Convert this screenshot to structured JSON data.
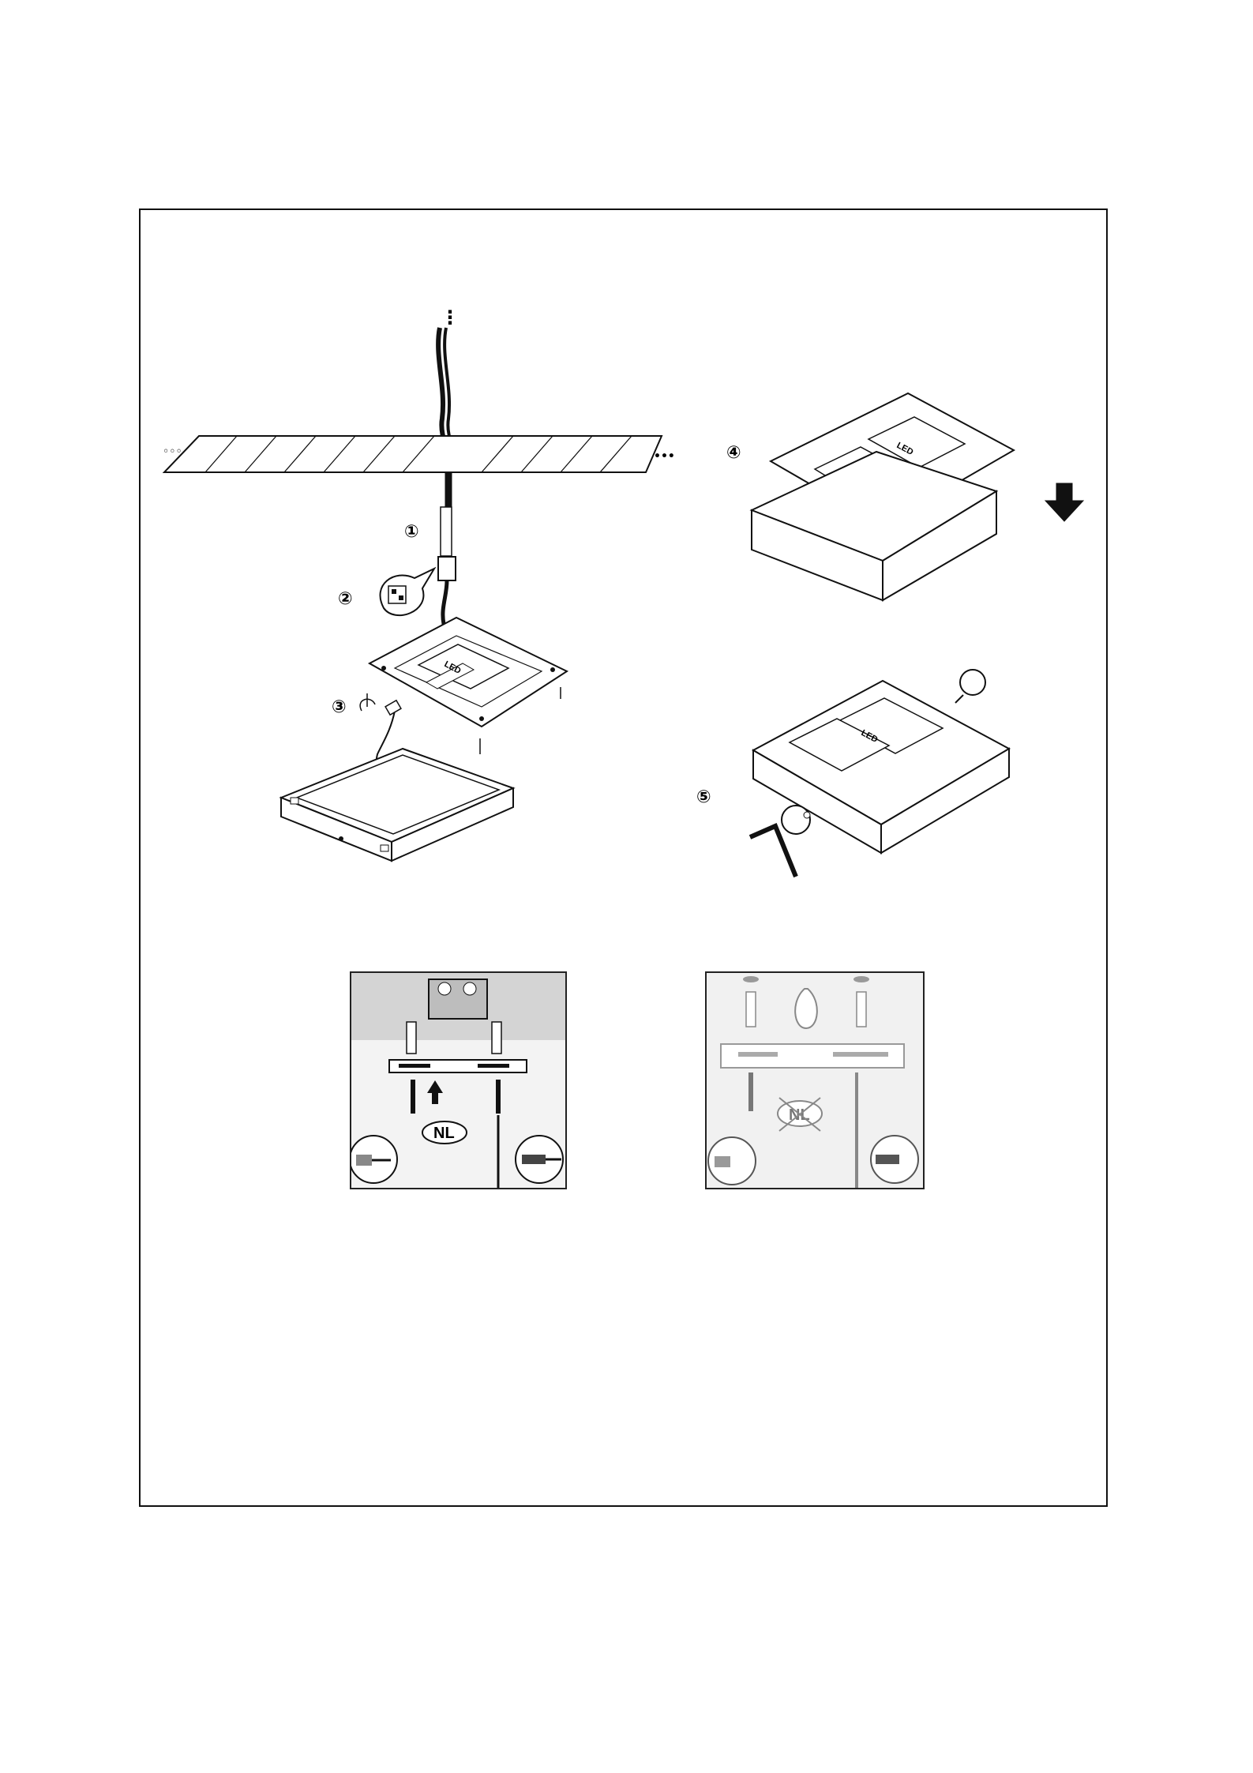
{
  "steps": {
    "step1": "①",
    "step2": "②",
    "step3": "③",
    "step4": "④",
    "step5": "⑤"
  },
  "ellipsis": {
    "left": "◦◦◦",
    "right": "•••",
    "top": "⋮"
  },
  "detail_panels": {
    "left_badge": "NL",
    "right_badge": "NL"
  },
  "colors": {
    "line": "#1a1a1a",
    "panel_bg": "#e9e9e9",
    "panel_top": "#d3d3d3"
  }
}
